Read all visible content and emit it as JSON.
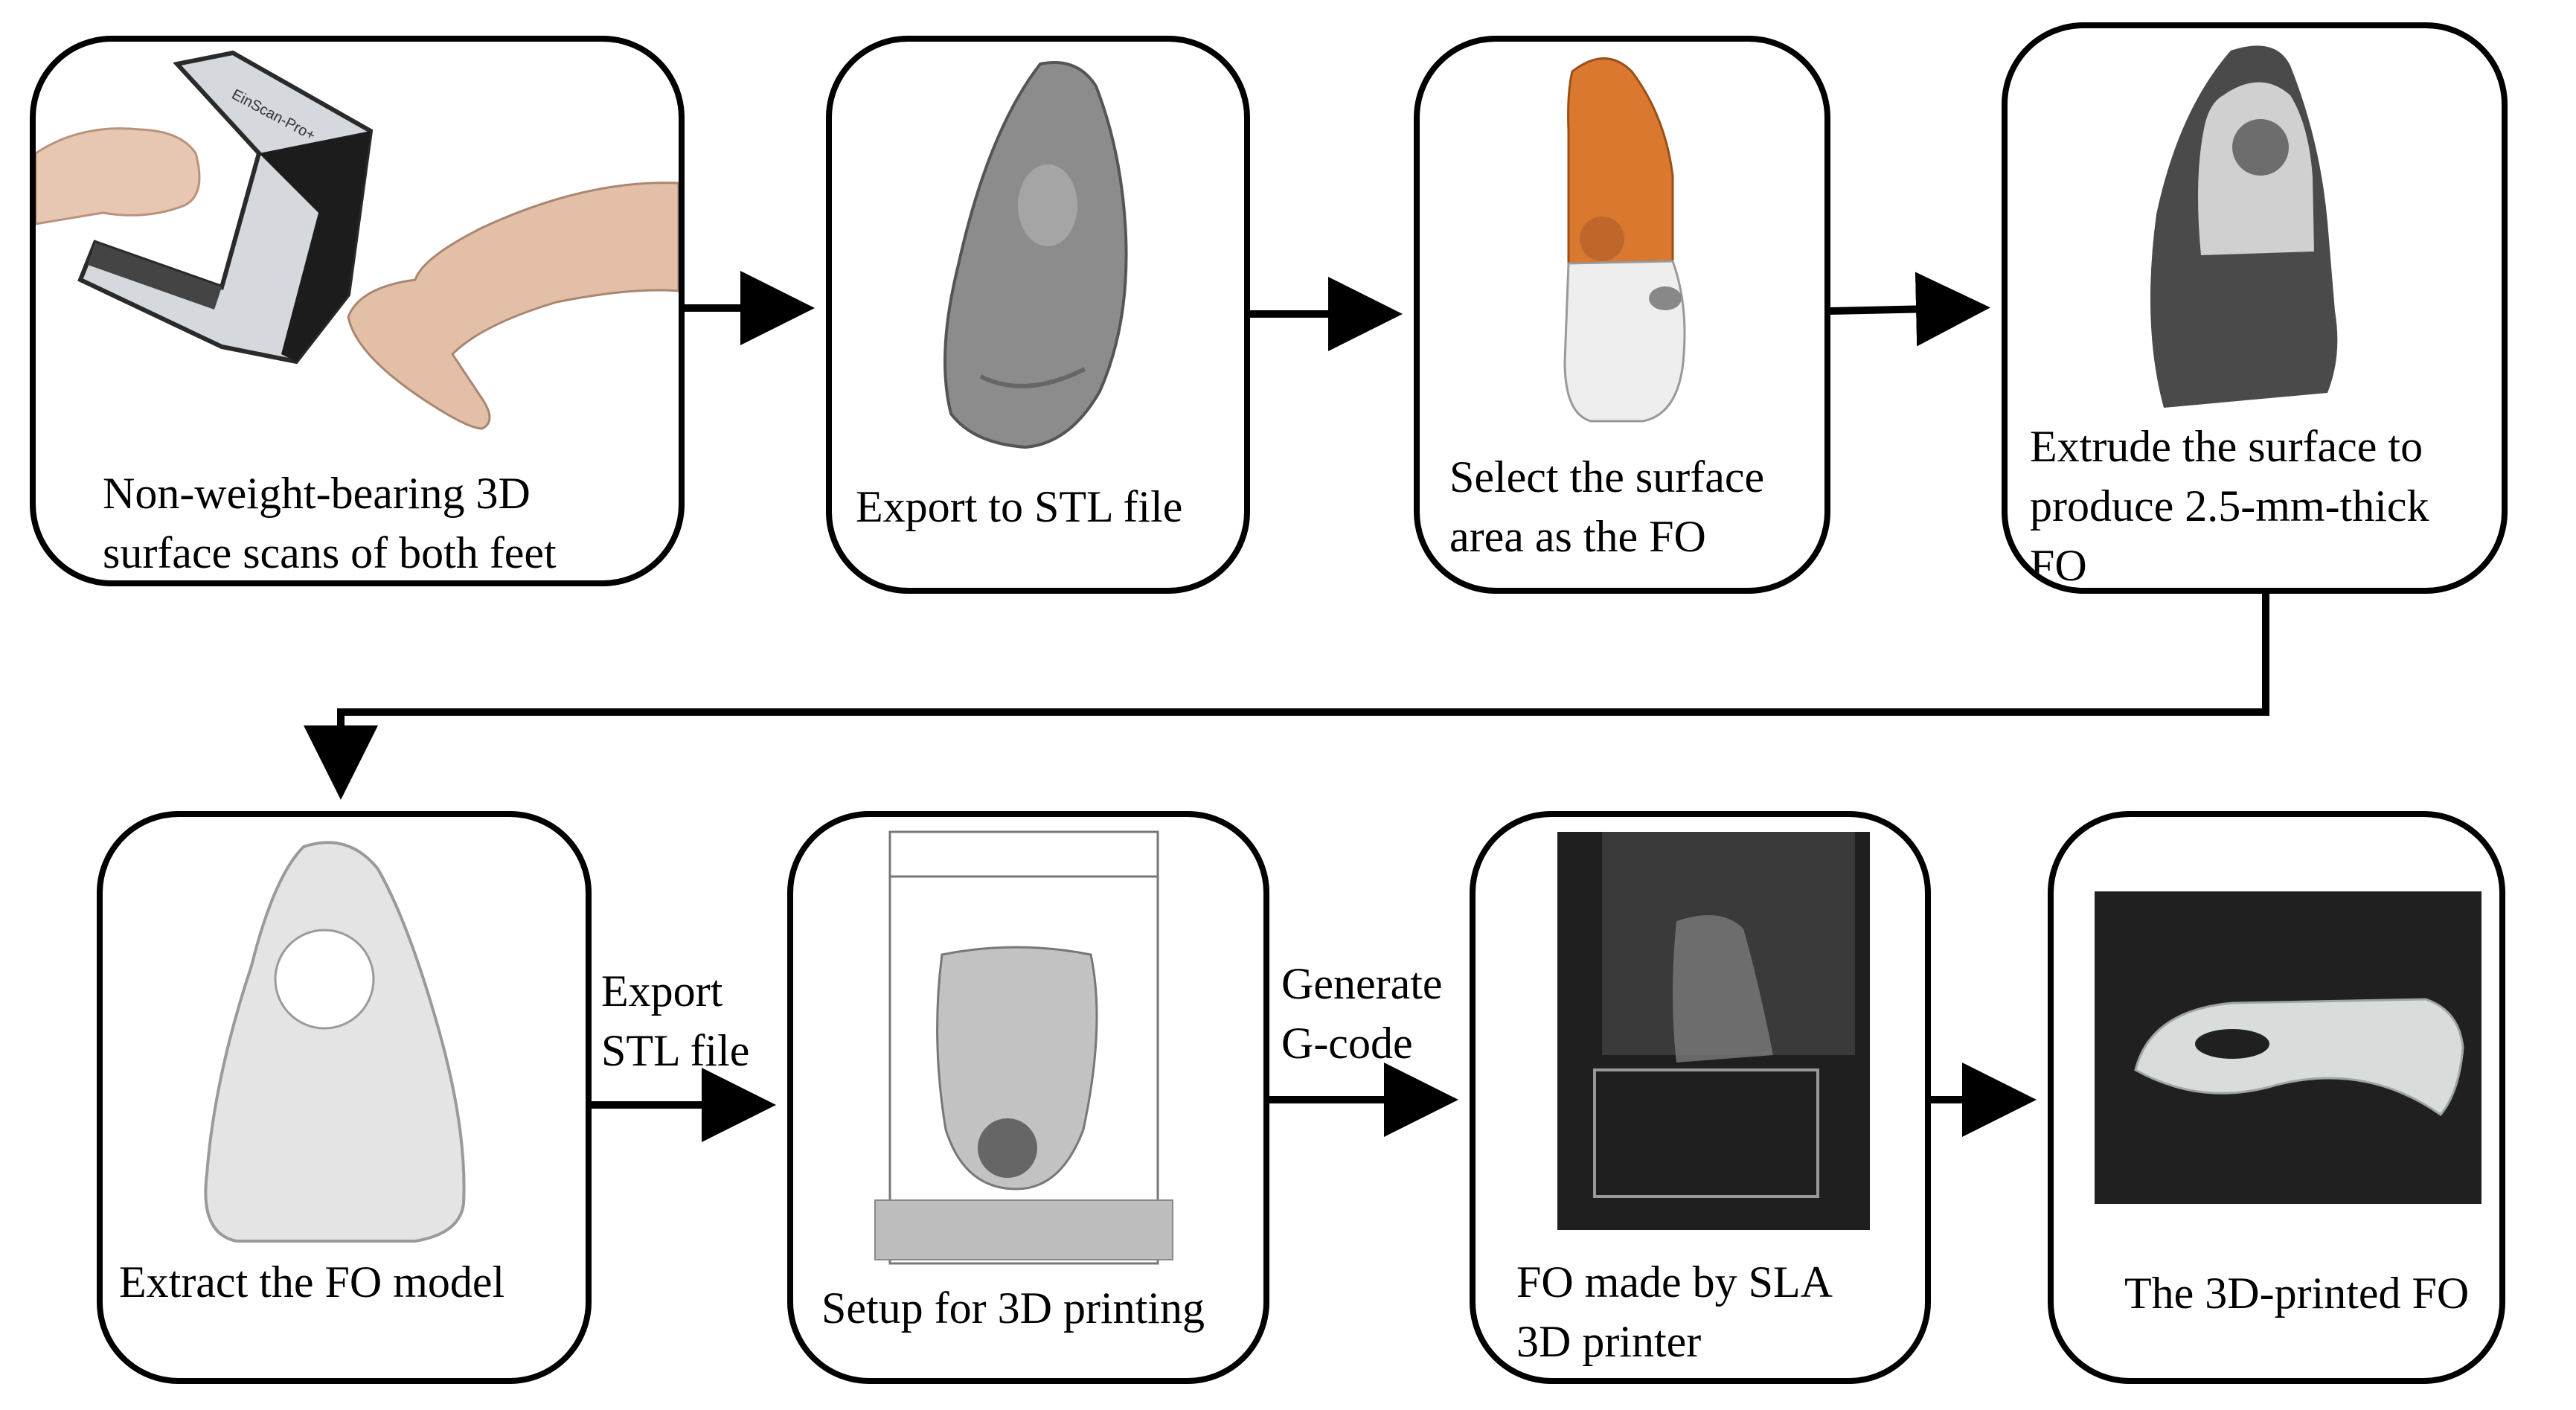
{
  "steps": [
    {
      "id": "scan",
      "caption": "Non-weight-bearing 3D\nsurface scans of both feet",
      "scanner_brand": "EinScan-Pro+"
    },
    {
      "id": "export-stl",
      "caption": "Export to STL file"
    },
    {
      "id": "select-surface",
      "caption": "Select the surface\narea as the FO"
    },
    {
      "id": "extrude",
      "caption": "Extrude the surface to\nproduce 2.5-mm-thick\nFO"
    },
    {
      "id": "extract",
      "caption": "Extract the FO model"
    },
    {
      "id": "setup",
      "caption": "Setup for 3D printing"
    },
    {
      "id": "sla",
      "caption": "FO made by SLA\n3D printer"
    },
    {
      "id": "printed",
      "caption": "The 3D-printed FO"
    }
  ],
  "edge_labels": {
    "export_stl": "Export\nSTL file",
    "generate_gcode": "Generate\nG-code"
  },
  "colors": {
    "line": "#000000",
    "selection_orange": "#d9782e",
    "mesh_gray": "#8f8f8f"
  }
}
